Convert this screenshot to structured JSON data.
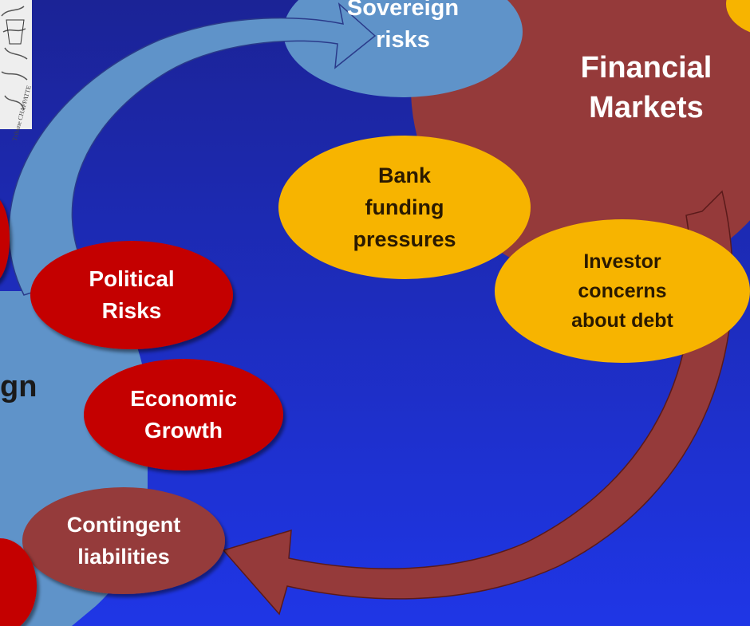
{
  "diagram": {
    "background": {
      "top_color": "#1b2396",
      "bottom_color": "#1f36e6"
    },
    "nodes": {
      "sovereign_risks": {
        "text": "Sovereign\nrisks",
        "color": "#5f93c9"
      },
      "financial_markets": {
        "text": "Financial\nMarkets",
        "color": "#953a3a"
      },
      "bank_funding_pressures": {
        "text": "Bank\nfunding\npressures",
        "color": "#f7b400"
      },
      "investor_concerns": {
        "text": "Investor\nconcerns\nabout debt",
        "color": "#f7b400"
      },
      "political_risks": {
        "text": "Political\nRisks",
        "color": "#c40000"
      },
      "economic_growth": {
        "text": "Economic\nGrowth",
        "color": "#c40000"
      },
      "contingent_liabilities": {
        "text": "Contingent\nliabilities",
        "color": "#953a3a"
      },
      "sovereign_partial": {
        "text": "gn",
        "color": "#5f93c9"
      }
    },
    "arrows": {
      "upper_arrow_color": "#5f93c9",
      "lower_arrow_color": "#953a3a"
    },
    "cartoon": {
      "signature_text": "Tribune CHAPPATTE"
    }
  }
}
